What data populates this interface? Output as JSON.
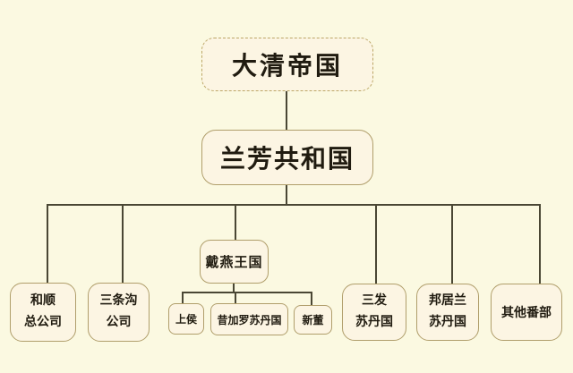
{
  "diagram": {
    "type": "org-chart",
    "background_color": "#FBF9E1",
    "node_fill": "#FCF5E3",
    "node_border_color": "#B09E6B",
    "connector_color": "#4A4734",
    "text_color": "#201B10",
    "nodes": {
      "qing": {
        "label": "大清帝国",
        "border_style": "dashed"
      },
      "lanfang": {
        "label": "兰芳共和国"
      },
      "heshun": {
        "label": "和顺\n总公司"
      },
      "santiaogou": {
        "label": "三条沟\n公司"
      },
      "daiyan": {
        "label": "戴燕王国"
      },
      "shanghou": {
        "label": "上侯"
      },
      "xijialuo": {
        "label": "昔加罗苏丹国"
      },
      "xindong": {
        "label": "新董"
      },
      "sanfa": {
        "label": "三发\n苏丹国"
      },
      "bangjulan": {
        "label": "邦居兰\n苏丹国"
      },
      "qita": {
        "label": "其他番部"
      }
    },
    "hierarchy": {
      "大清帝国": {
        "兰芳共和国": {
          "children": [
            "和顺总公司",
            "三条沟公司",
            "戴燕王国",
            "三发苏丹国",
            "邦居兰苏丹国",
            "其他番部"
          ],
          "戴燕王国": {
            "children": [
              "上侯",
              "昔加罗苏丹国",
              "新董"
            ]
          }
        }
      }
    }
  }
}
